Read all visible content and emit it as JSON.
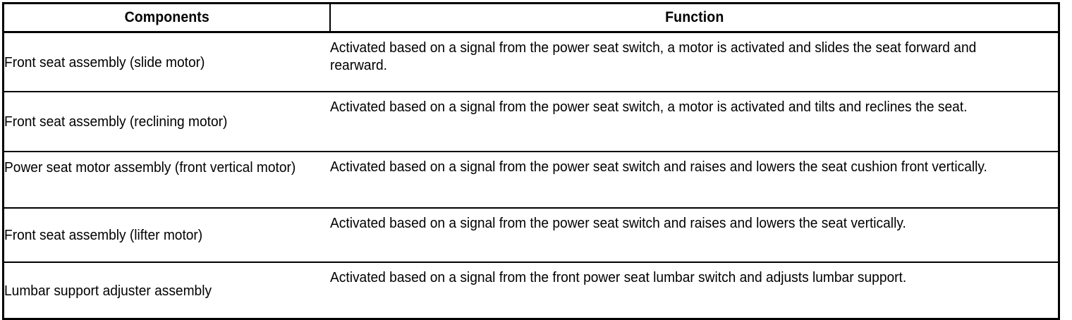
{
  "table": {
    "headers": {
      "components": "Components",
      "function": "Function"
    },
    "rows": [
      {
        "component": "Front seat assembly (slide motor)",
        "function": "Activated based on a signal from the power seat switch, a motor is activated and slides the seat forward and rearward."
      },
      {
        "component": "Front seat assembly (reclining motor)",
        "function": "Activated based on a signal from the power seat switch, a motor is activated and tilts and reclines the seat."
      },
      {
        "component": "Power seat motor assembly (front vertical motor)",
        "function": "Activated based on a signal from the power seat switch and raises and lowers the seat cushion front vertically."
      },
      {
        "component": "Front seat assembly (lifter motor)",
        "function": "Activated based on a signal from the power seat switch and raises and lowers the seat vertically."
      },
      {
        "component": "Lumbar support adjuster assembly",
        "function": "Activated based on a signal from the front power seat lumbar switch and adjusts lumbar support."
      }
    ]
  },
  "colors": {
    "border": "#000000",
    "text": "#000000",
    "background": "#ffffff"
  }
}
